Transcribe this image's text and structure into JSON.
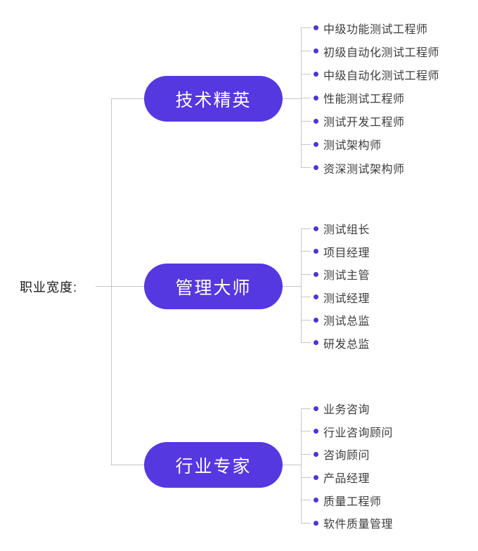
{
  "root": {
    "label": "职业宽度:"
  },
  "branches": [
    {
      "label": "技术精英",
      "leaves": [
        "中级功能测试工程师",
        "初级自动化测试工程师",
        "中级自动化测试工程师",
        "性能测试工程师",
        "测试开发工程师",
        "测试架构师",
        "资深测试架构师"
      ]
    },
    {
      "label": "管理大师",
      "leaves": [
        "测试组长",
        "项目经理",
        "测试主管",
        "测试经理",
        "测试总监",
        "研发总监"
      ]
    },
    {
      "label": "行业专家",
      "leaves": [
        "业务咨询",
        "行业咨询顾问",
        "咨询顾问",
        "产品经理",
        "质量工程师",
        "软件质量管理"
      ]
    }
  ],
  "colors": {
    "node_background": "#5538e0",
    "node_text": "#ffffff",
    "bullet": "#4e34d6",
    "leaf_text": "#3d3d3d",
    "root_text": "#1a1a1a",
    "connector_line": "#c6c6c6",
    "canvas_background": "#ffffff"
  },
  "icons": {
    "bullet": "filled-circle"
  }
}
